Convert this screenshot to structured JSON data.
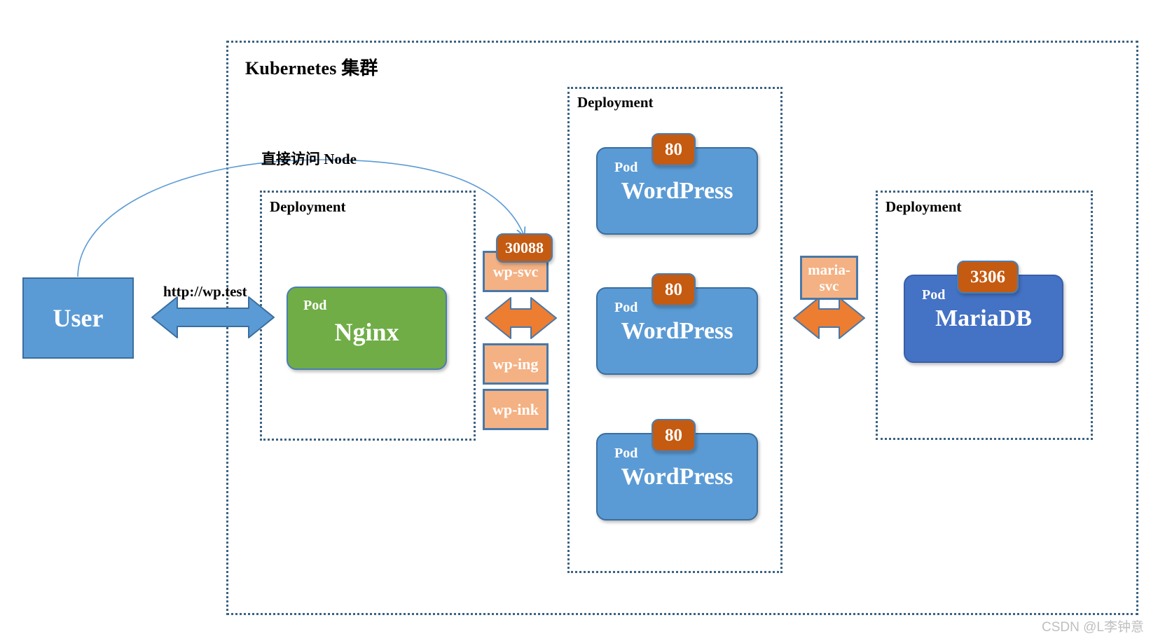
{
  "diagram": {
    "cluster": {
      "title": "Kubernetes 集群"
    },
    "deployments": [
      {
        "id": "nginx-deployment",
        "title": "Deployment"
      },
      {
        "id": "wordpress-deployment",
        "title": "Deployment"
      },
      {
        "id": "mariadb-deployment",
        "title": "Deployment"
      }
    ],
    "nodes": {
      "user": {
        "label": "User"
      },
      "nginx_pod": {
        "kind": "Pod",
        "name": "Nginx"
      },
      "wordpress_pods": [
        {
          "kind": "Pod",
          "name": "WordPress",
          "port": "80"
        },
        {
          "kind": "Pod",
          "name": "WordPress",
          "port": "80"
        },
        {
          "kind": "Pod",
          "name": "WordPress",
          "port": "80"
        }
      ],
      "mariadb_pod": {
        "kind": "Pod",
        "name": "MariaDB",
        "port": "3306"
      }
    },
    "services": [
      {
        "id": "wp-svc",
        "label": "wp-svc",
        "port": "30088"
      },
      {
        "id": "wp-ing",
        "label": "wp-ing"
      },
      {
        "id": "wp-ink",
        "label": "wp-ink"
      },
      {
        "id": "maria-svc",
        "label": "maria-\nsvc"
      }
    ],
    "edges": [
      {
        "id": "user-to-nginx",
        "label": "http://wp.test"
      },
      {
        "id": "user-to-nodeport",
        "label": "直接访问 Node"
      }
    ],
    "watermark": "CSDN @L李钟意",
    "colors": {
      "dotted_border": "#3B6383",
      "user_fill": "#5B9BD5",
      "nginx_fill": "#70AD47",
      "wordpress_fill": "#5B9BD5",
      "mariadb_fill": "#4472C4",
      "service_fill": "#F4B183",
      "port_badge_fill": "#C55A11",
      "blue_arrow": "#5B9BD5",
      "orange_arrow": "#ED7D31",
      "thin_curve": "#5B9BD5"
    }
  }
}
